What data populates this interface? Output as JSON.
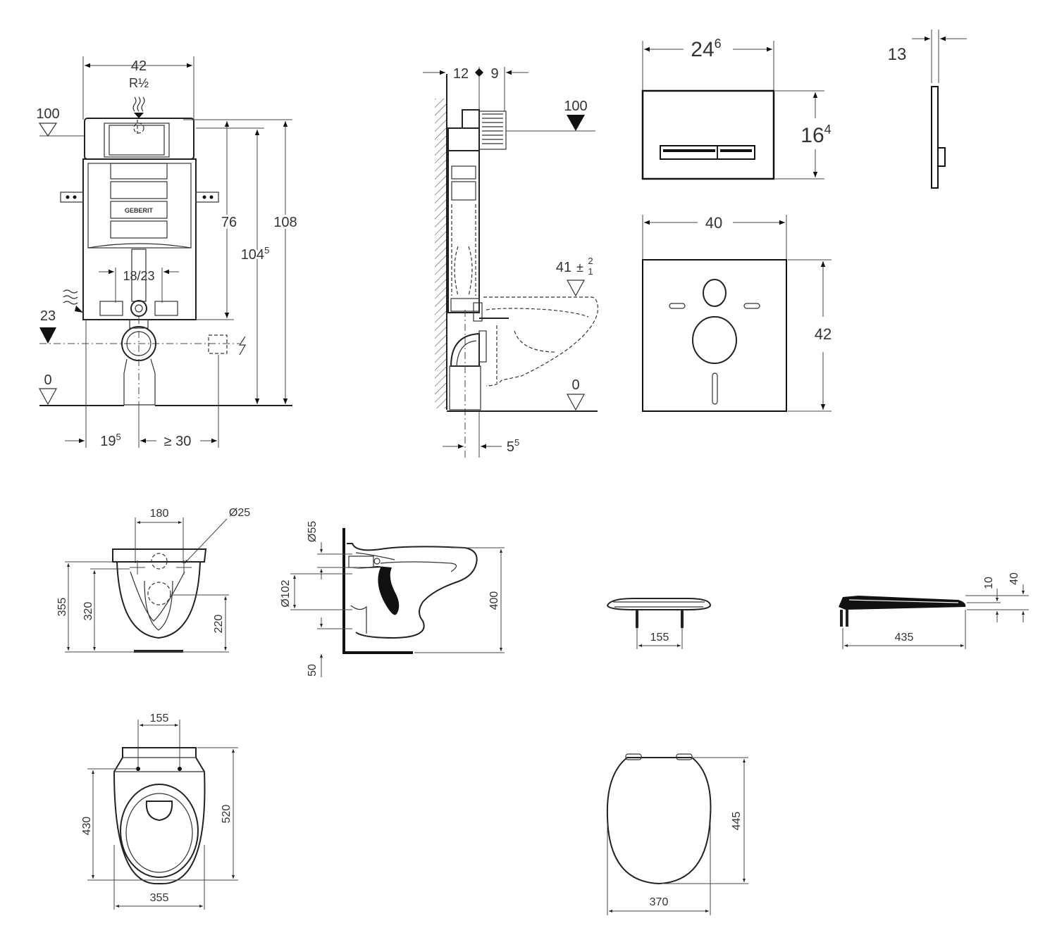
{
  "frame_front": {
    "width": "42",
    "thread": "R½",
    "level_100": "100",
    "height_76": "76",
    "height_1045": "104",
    "height_1045_sup": "5",
    "height_108": "108",
    "pipe": "18/23",
    "level_23": "23",
    "level_0": "0",
    "offset_195": "19",
    "offset_195_sup": "5",
    "spacing_30": "≥ 30",
    "brand": "GEBERIT"
  },
  "frame_side": {
    "depth_12": "12",
    "depth_9": "9",
    "level_100": "100",
    "seat_height": "41",
    "tol_plus": "+2",
    "tol_minus": "−1",
    "tol_pm": "±",
    "tol_2": "2",
    "tol_1": "1",
    "level_0": "0",
    "offset_55": "5",
    "offset_55_sup": "5"
  },
  "flush_plate": {
    "width": "24",
    "width_sup": "6",
    "height": "16",
    "height_sup": "4",
    "thickness": "13"
  },
  "pad": {
    "width": "40",
    "height": "42"
  },
  "bowl_front": {
    "hole_spacing": "180",
    "hole_dia": "Ø25",
    "h355": "355",
    "h320": "320",
    "h220": "220"
  },
  "bowl_side": {
    "d55": "Ø55",
    "d102": "Ø102",
    "h400": "400",
    "h50": "50"
  },
  "seat_front": {
    "spacing": "155"
  },
  "seat_side": {
    "length": "435",
    "h10": "10",
    "h40": "40"
  },
  "bowl_top": {
    "hole_spacing": "155",
    "length_430": "430",
    "length_520": "520",
    "width": "355"
  },
  "seat_top": {
    "length": "445",
    "width": "370"
  }
}
